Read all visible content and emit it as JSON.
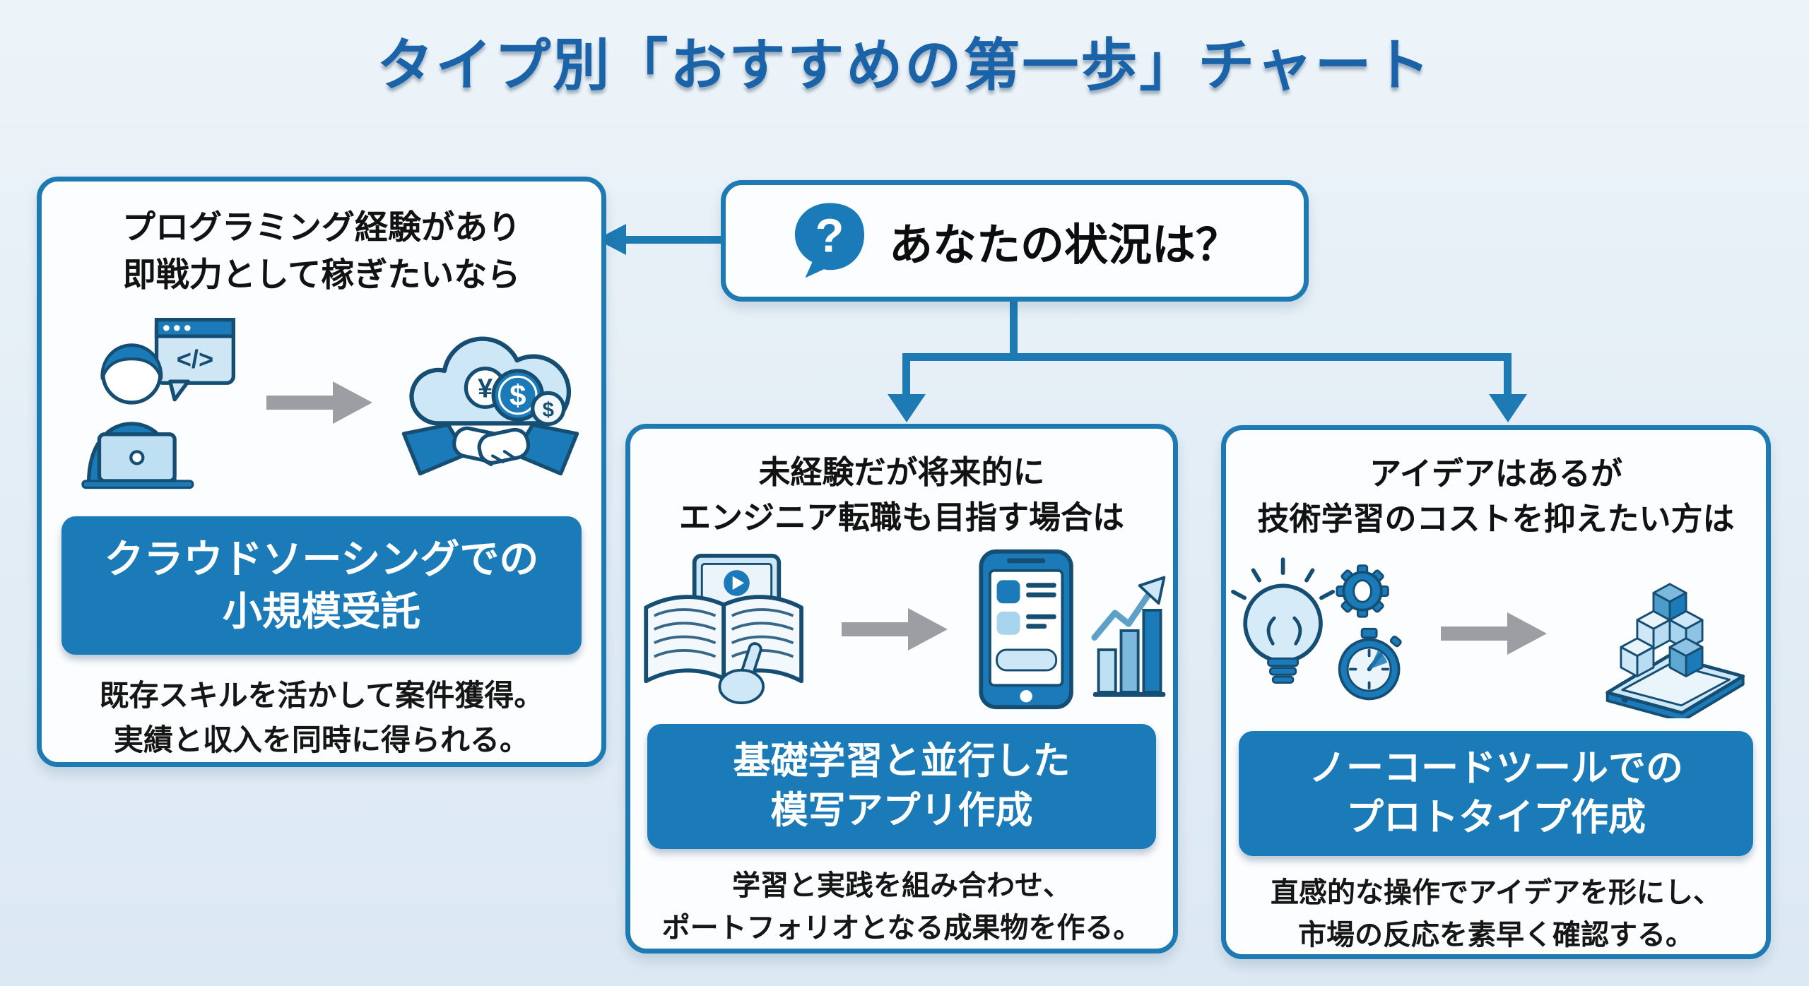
{
  "title": "タイプ別「おすすめの第一歩」チャート",
  "question": {
    "text": "あなたの状況は？",
    "icon": "question-bubble-icon"
  },
  "branches": [
    {
      "condition": [
        "プログラミング経験があり",
        "即戦力として稼ぎたいなら"
      ],
      "icons": [
        "developer-laptop-code-icon",
        "arrow-right-icon",
        "cloud-money-handshake-icon"
      ],
      "action": [
        "クラウドソーシングでの",
        "小規模受託"
      ],
      "desc": [
        "既存スキルを活かして案件獲得。",
        "実績と収入を同時に得られる。"
      ]
    },
    {
      "condition": [
        "未経験だが将来的に",
        "エンジニア転職も目指す場合は"
      ],
      "icons": [
        "book-video-learning-icon",
        "arrow-right-icon",
        "phone-app-chart-icon"
      ],
      "action": [
        "基礎学習と並行した",
        "模写アプリ作成"
      ],
      "desc": [
        "学習と実践を組み合わせ、",
        "ポートフォリオとなる成果物を作る。"
      ]
    },
    {
      "condition": [
        "アイデアはあるが",
        "技術学習のコストを抑えたい方は"
      ],
      "icons": [
        "idea-gear-stopwatch-icon",
        "arrow-right-icon",
        "tablet-cubes-prototype-icon"
      ],
      "action": [
        "ノーコードツールでの",
        "プロトタイプ作成"
      ],
      "desc": [
        "直感的な操作でアイデアを形にし、",
        "市場の反応を素早く確認する。"
      ]
    }
  ],
  "icon_glyphs": {
    "question": "?",
    "code": "</>",
    "yen": "¥",
    "dollar": "$",
    "dollar2": "$"
  },
  "colors": {
    "background": "#e4eef6",
    "box_border": "#1e7ab2",
    "banner": "#1b7ab8",
    "title": "#1a63a8",
    "text": "#121212",
    "arrow_gray": "#9b9fa3",
    "icon_dark": "#164e73",
    "icon_light": "#cde7f6"
  }
}
